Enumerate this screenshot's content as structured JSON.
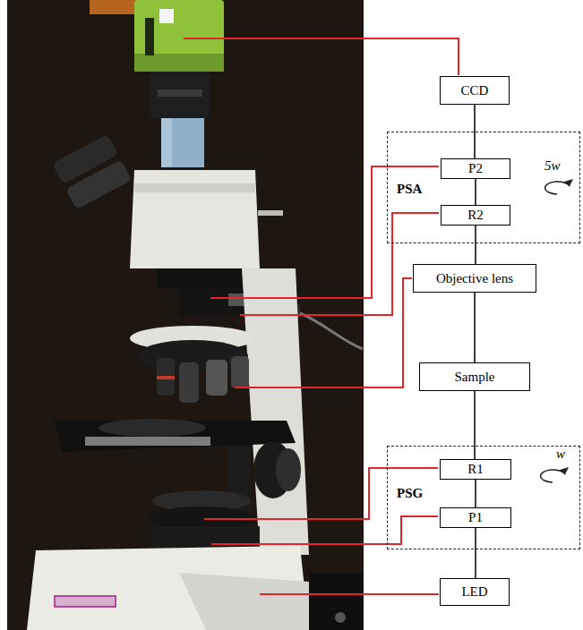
{
  "diagram": {
    "nodes": [
      {
        "text": [
          "CCD"
        ]
      },
      {
        "text": [
          "PSA"
        ]
      },
      {
        "text": [
          "P2"
        ],
        "in": 1
      },
      {
        "text": [
          "R2"
        ],
        "in": 1
      },
      {
        "text": [
          "Objective lens"
        ]
      },
      {
        "text": [
          "Sample"
        ]
      },
      {
        "text": [
          "PSG"
        ]
      },
      {
        "text": [
          "R1"
        ],
        "in": 6
      },
      {
        "text": [
          "P1"
        ],
        "in": 6
      },
      {
        "text": [
          "LED"
        ]
      }
    ],
    "edges": [
      {
        "from": 0,
        "to": 2,
        "arrow": "none"
      },
      {
        "from": 2,
        "to": 3,
        "arrow": "none"
      },
      {
        "from": 3,
        "to": 4,
        "arrow": "none"
      },
      {
        "from": 4,
        "to": 5,
        "arrow": "none"
      },
      {
        "from": 5,
        "to": 7,
        "arrow": "none"
      },
      {
        "from": 7,
        "to": 8,
        "arrow": "none"
      },
      {
        "from": 8,
        "to": 9,
        "arrow": "none"
      }
    ],
    "labels": [
      "5w",
      "w"
    ]
  }
}
